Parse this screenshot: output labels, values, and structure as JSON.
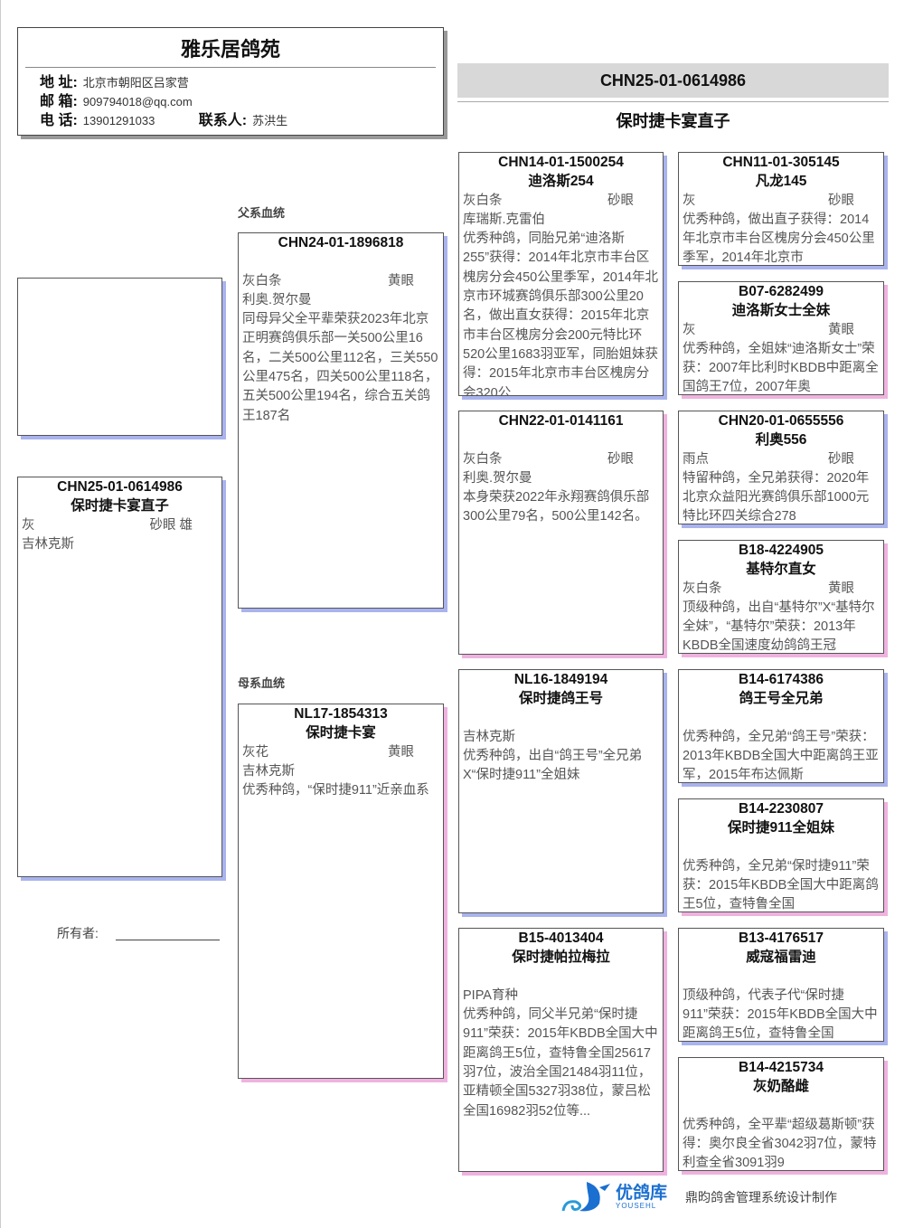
{
  "header": {
    "loft_name": "雅乐居鸽苑",
    "address_label": "地 址:",
    "address": "北京市朝阳区吕家营",
    "email_label": "邮 箱:",
    "email": "909794018@qq.com",
    "phone_label": "电 话:",
    "phone": "13901291033",
    "contact_label": "联系人:",
    "contact": "苏洪生"
  },
  "title": {
    "ring": "CHN25-01-0614986",
    "name": "保时捷卡宴直子"
  },
  "labels": {
    "sire_line": "父系血统",
    "dam_line": "母系血统",
    "owner": "所有者:"
  },
  "footer": {
    "logo": "优鸽库",
    "logo_sub": "YOUSEHL",
    "maker": "鼎昀鸽舍管理系统设计制作"
  },
  "colors": {
    "male_shadow": "#a9b3ee",
    "female_shadow": "#efb2df"
  },
  "cards": [
    {
      "id": "CHN25-01-0614986",
      "name": "保时捷卡宴直子",
      "color": "灰",
      "eye": "砂眼  雄",
      "strain": "吉林克斯",
      "text": "",
      "sex": "m"
    },
    {
      "id": "CHN24-01-1896818",
      "name": "",
      "color": "灰白条",
      "eye": "黄眼",
      "strain": "利奥.贺尔曼",
      "text": "同母异父全平辈荣获2023年北京正明赛鸽俱乐部一关500公里16名，二关500公里112名，三关550公里475名，四关500公里118名，五关500公里194名，综合五关鸽王187名",
      "sex": "m"
    },
    {
      "id": "NL17-1854313",
      "name": "保时捷卡宴",
      "color": "灰花",
      "eye": "黄眼",
      "strain": "吉林克斯",
      "text": "优秀种鸽，“保时捷911”近亲血系",
      "sex": "f"
    },
    {
      "id": "CHN14-01-1500254",
      "name": "迪洛斯254",
      "color": "灰白条",
      "eye": "砂眼",
      "strain": "库瑞斯.克雷伯",
      "text": "优秀种鸽，同胎兄弟“迪洛斯255”获得：2014年北京市丰台区槐房分会450公里季军，2014年北京市环城赛鸽俱乐部300公里20名，做出直女获得：2015年北京市丰台区槐房分会200元特比环520公里1683羽亚军，同胎姐妹获得：2015年北京市丰台区槐房分会320公",
      "sex": "m"
    },
    {
      "id": "CHN22-01-0141161",
      "name": "",
      "color": "灰白条",
      "eye": "砂眼",
      "strain": "利奥.贺尔曼",
      "text": "本身荣获2022年永翔赛鸽俱乐部300公里79名，500公里142名。",
      "sex": "f"
    },
    {
      "id": "NL16-1849194",
      "name": "保时捷鸽王号",
      "color": "",
      "eye": "",
      "strain": "吉林克斯",
      "text": "优秀种鸽，出自“鸽王号”全兄弟X“保时捷911”全姐妹",
      "sex": "m"
    },
    {
      "id": "B15-4013404",
      "name": "保时捷帕拉梅拉",
      "color": "",
      "eye": "",
      "strain": "PIPA育种",
      "text": "优秀种鸽，同父半兄弟“保时捷911”荣获：2015年KBDB全国大中距离鸽王5位，查特鲁全国25617羽7位，波治全国21484羽11位，亚精顿全国5327羽38位，蒙吕松全国16982羽52位等...",
      "sex": "f"
    },
    {
      "id": "CHN11-01-305145",
      "name": "凡龙145",
      "color": "灰",
      "eye": "砂眼",
      "strain": "",
      "text": "优秀种鸽，做出直子获得：2014年北京市丰台区槐房分会450公里季军，2014年北京市",
      "sex": "m"
    },
    {
      "id": "B07-6282499",
      "name": "迪洛斯女士全妹",
      "color": "灰",
      "eye": "黄眼",
      "strain": "",
      "text": "优秀种鸽，全姐妹“迪洛斯女士”荣获：2007年比利时KBDB中距离全国鸽王7位，2007年奥",
      "sex": "f"
    },
    {
      "id": "CHN20-01-0655556",
      "name": "利奥556",
      "color": "雨点",
      "eye": "砂眼",
      "strain": "",
      "text": "特留种鸽，全兄弟获得：2020年北京众益阳光赛鸽俱乐部1000元特比环四关综合278",
      "sex": "m"
    },
    {
      "id": "B18-4224905",
      "name": "基特尔直女",
      "color": "灰白条",
      "eye": "黄眼",
      "strain": "",
      "text": "顶级种鸽，出自“基特尔”X“基特尔全妹”，“基特尔”荣获：2013年KBDB全国速度幼鸽鸽王冠",
      "sex": "f"
    },
    {
      "id": "B14-6174386",
      "name": "鸽王号全兄弟",
      "color": "",
      "eye": "",
      "strain": "",
      "text": "优秀种鸽，全兄弟“鸽王号”荣获：2013年KBDB全国大中距离鸽王亚军，2015年布达佩斯",
      "sex": "m"
    },
    {
      "id": "B14-2230807",
      "name": "保时捷911全姐妹",
      "color": "",
      "eye": "",
      "strain": "",
      "text": "优秀种鸽，全兄弟“保时捷911”荣获：2015年KBDB全国大中距离鸽王5位，查特鲁全国",
      "sex": "f"
    },
    {
      "id": "B13-4176517",
      "name": "威寇福雷迪",
      "color": "",
      "eye": "",
      "strain": "",
      "text": "顶级种鸽，代表子代“保时捷911”荣获：2015年KBDB全国大中距离鸽王5位，查特鲁全国",
      "sex": "m"
    },
    {
      "id": "B14-4215734",
      "name": "灰奶酪雌",
      "color": "",
      "eye": "",
      "strain": "",
      "text": "优秀种鸽，全平辈“超级葛斯顿”获得：奥尔良全省3042羽7位，蒙特利查全省3091羽9",
      "sex": "f"
    }
  ]
}
